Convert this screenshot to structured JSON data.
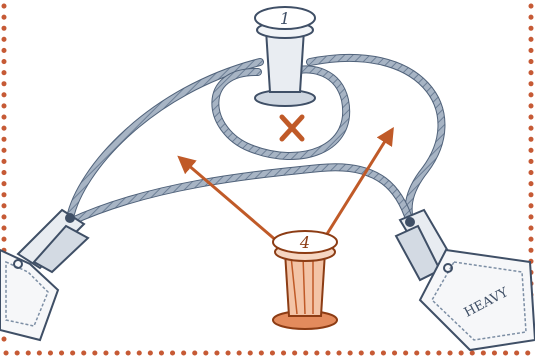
{
  "colors": {
    "rope": "#7c8ea4",
    "rope_dark": "#4f6078",
    "accent": "#c05a28",
    "border_dots": "#c65a35",
    "ink": "#3f4f66",
    "background": "#ffffff"
  },
  "spools": {
    "top": {
      "label": "1",
      "color": "#7c8ea4"
    },
    "bottom": {
      "label": "4",
      "color": "#c05a28"
    }
  },
  "tag_right": {
    "label": "HEAVY"
  },
  "marks": {
    "cross": {
      "icon": "x-mark-icon",
      "color": "#c05a28"
    },
    "arrows": {
      "icon": "arrow-icon",
      "count": 2,
      "color": "#c05a28"
    }
  }
}
